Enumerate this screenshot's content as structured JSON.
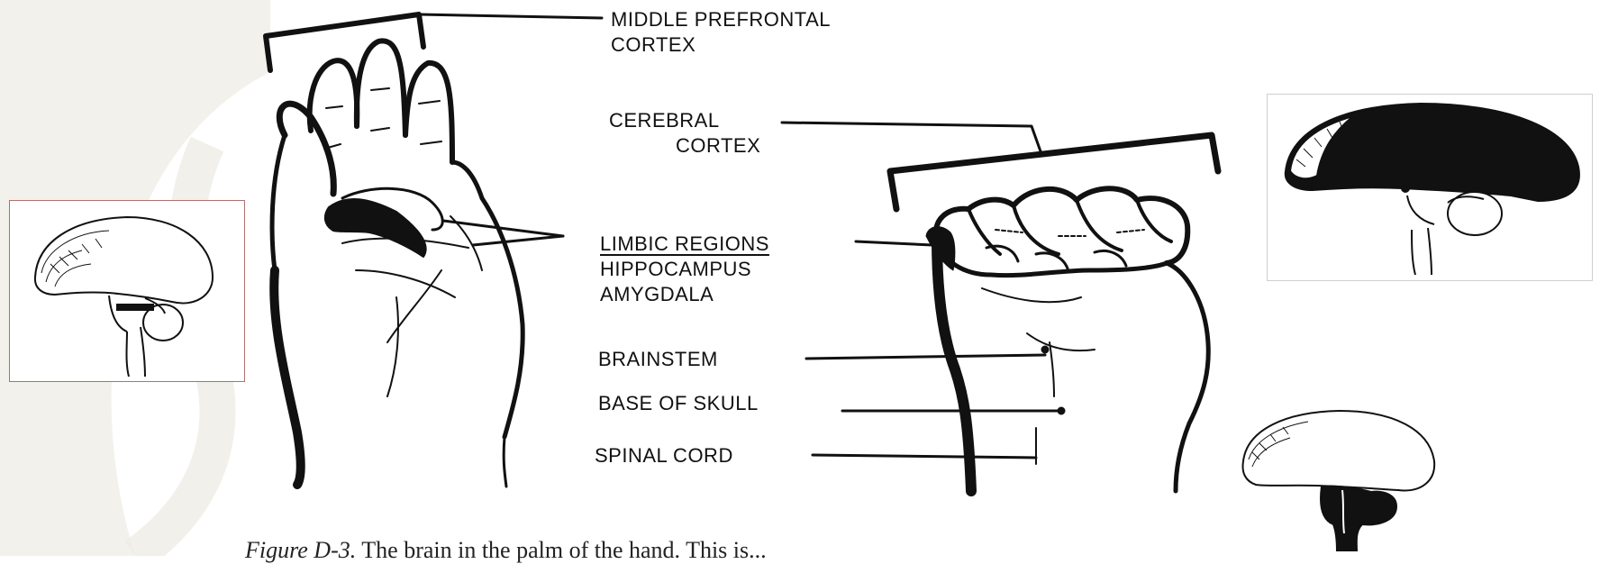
{
  "labels": {
    "middle_prefrontal_line1": "MIDDLE PREFRONTAL",
    "middle_prefrontal_line2": "CORTEX",
    "cerebral_line1": "CEREBRAL",
    "cerebral_line2": "CORTEX",
    "limbic": "LIMBIC REGIONS",
    "hippocampus": "HIPPOCAMPUS",
    "amygdala": "AMYGDALA",
    "brainstem": "BRAINSTEM",
    "base_of_skull": "BASE OF SKULL",
    "spinal_cord": "SPINAL CORD"
  },
  "caption": {
    "figure": "Figure D-3.",
    "text": "The brain in the palm of the hand. This is..."
  },
  "colors": {
    "ink": "#111111",
    "inset_border_left": "#b07070",
    "inset_border_right": "#cfcfcf",
    "watermark": "#f1efe9"
  }
}
